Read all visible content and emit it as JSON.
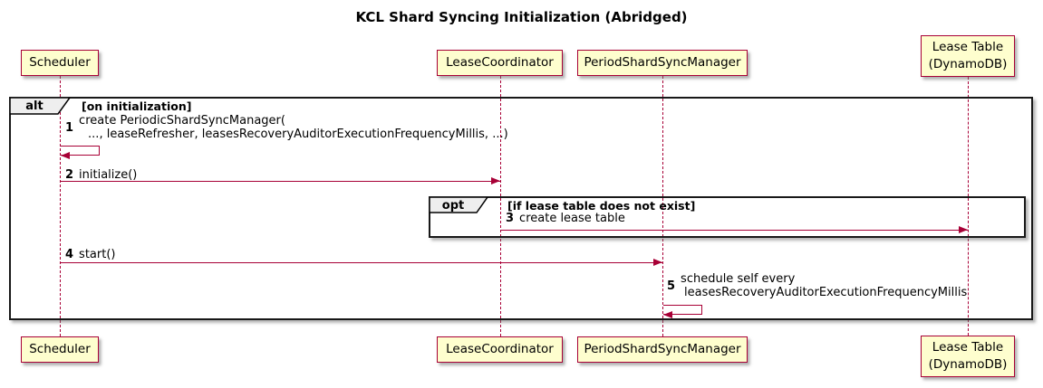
{
  "diagram": {
    "title": "KCL Shard Syncing Initialization (Abridged)",
    "type": "sequence-diagram"
  },
  "participants": [
    {
      "label": "Scheduler"
    },
    {
      "label": "LeaseCoordinator"
    },
    {
      "label": "PeriodShardSyncManager"
    },
    {
      "label": "Lease Table\n(DynamoDB)"
    }
  ],
  "frames": {
    "alt": {
      "keyword": "alt",
      "condition": "[on initialization]"
    },
    "opt": {
      "keyword": "opt",
      "condition": "[if lease table does not exist]"
    }
  },
  "messages": [
    {
      "num": "1",
      "from": "Scheduler",
      "to": "Scheduler",
      "line1": "create PeriodicShardSyncManager(",
      "line2": "..., leaseRefresher, leasesRecoveryAuditorExecutionFrequencyMillis, ...)"
    },
    {
      "num": "2",
      "from": "Scheduler",
      "to": "LeaseCoordinator",
      "line1": "initialize()"
    },
    {
      "num": "3",
      "from": "LeaseCoordinator",
      "to": "Lease Table (DynamoDB)",
      "line1": "create lease table"
    },
    {
      "num": "4",
      "from": "Scheduler",
      "to": "PeriodShardSyncManager",
      "line1": "start()"
    },
    {
      "num": "5",
      "from": "PeriodShardSyncManager",
      "to": "PeriodShardSyncManager",
      "line1": "schedule self every",
      "line2": "leasesRecoveryAuditorExecutionFrequencyMillis"
    }
  ],
  "colors": {
    "participant_fill": "#FEFECE",
    "participant_border": "#A80036",
    "arrow": "#A80036",
    "lifeline": "#A80036",
    "frame_border": "#000000",
    "frame_label_fill": "#EEEEEE"
  }
}
